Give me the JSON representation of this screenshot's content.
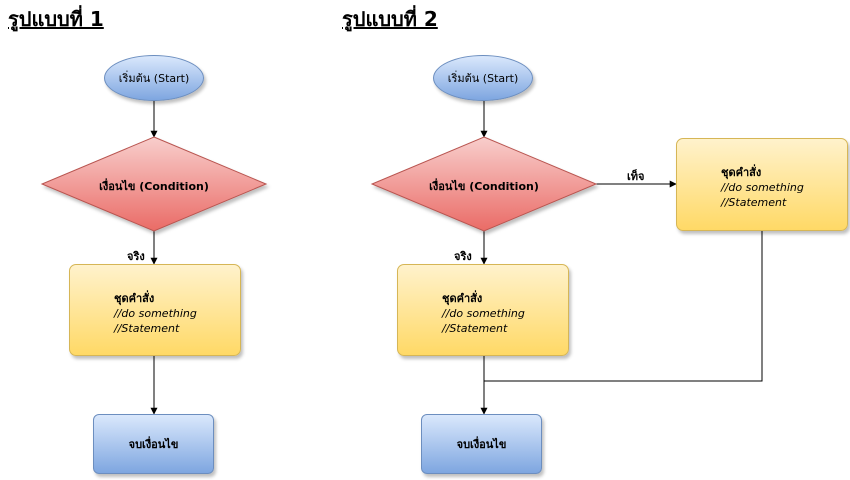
{
  "titles": {
    "left": "รูปแบบที่ 1",
    "right": "รูปแบบที่ 2"
  },
  "diagram1": {
    "start": "เริ่มต้น (Start)",
    "condition": "เงื่อนไข (Condition)",
    "true_label": "จริง",
    "process_head": "ชุดคำสั่ง",
    "process_line1": "//do something",
    "process_line2": "//Statement",
    "end": "จบเงื่อนไข"
  },
  "diagram2": {
    "start": "เริ่มต้น (Start)",
    "condition": "เงื่อนไข (Condition)",
    "true_label": "จริง",
    "false_label": "เท็จ",
    "process_true_head": "ชุดคำสั่ง",
    "process_true_line1": "//do something",
    "process_true_line2": "//Statement",
    "process_false_head": "ชุดคำสั่ง",
    "process_false_line1": "//do something",
    "process_false_line2": "//Statement",
    "end": "จบเงื่อนไข"
  },
  "colors": {
    "start_fill": "#7ea6e0",
    "condition_fill": "#ea6b66",
    "process_fill": "#ffd966",
    "end_fill": "#7ea6e0",
    "connector": "#000000"
  }
}
